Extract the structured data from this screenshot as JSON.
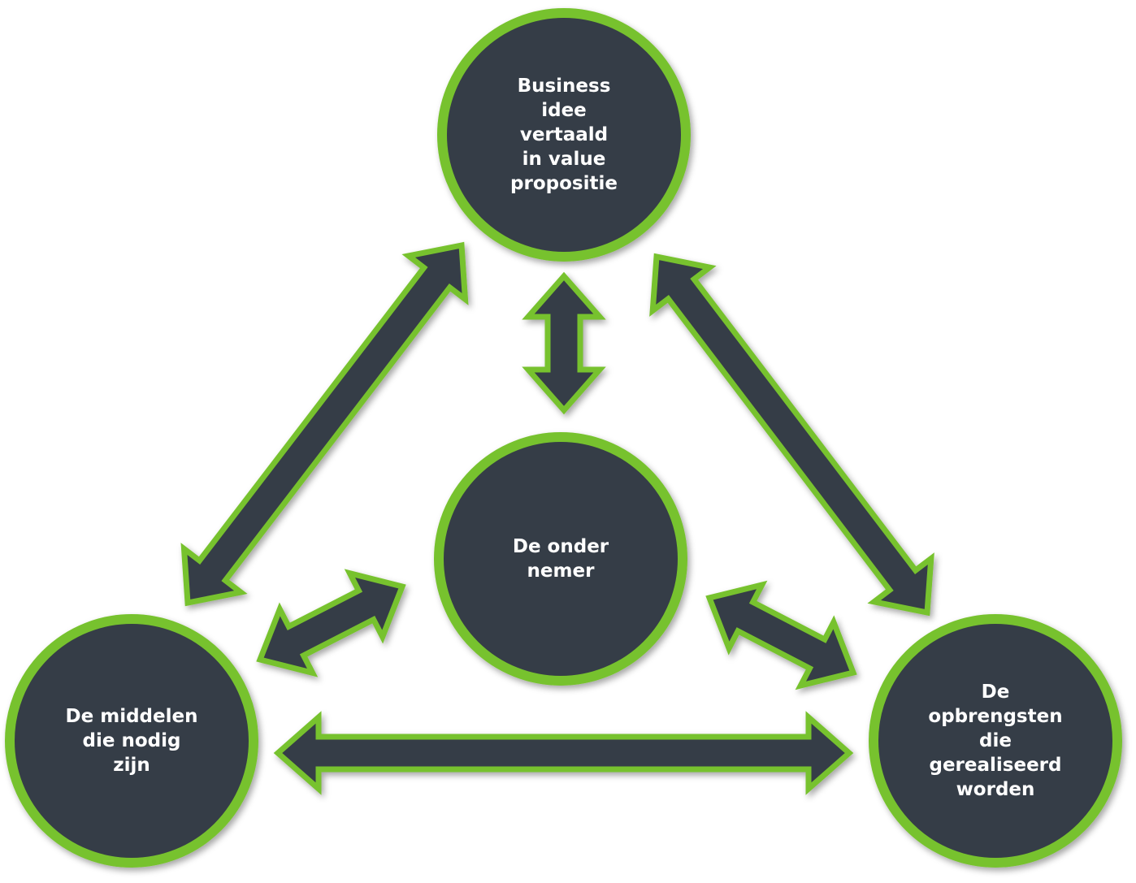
{
  "colors": {
    "node_fill": "#353c47",
    "node_border": "#77c22e",
    "text": "#ffffff",
    "background": "#ffffff"
  },
  "nodes": {
    "top": {
      "label": "Business\nidee\nvertaald\nin value\npropositie"
    },
    "center": {
      "label": "De onder\nnemer"
    },
    "left": {
      "label": "De middelen\ndie nodig\nzijn"
    },
    "right": {
      "label": "De\nopbrengsten\ndie\ngerealiseerd\nworden"
    }
  },
  "connections": [
    {
      "from": "top",
      "to": "left"
    },
    {
      "from": "top",
      "to": "right"
    },
    {
      "from": "top",
      "to": "center"
    },
    {
      "from": "center",
      "to": "left"
    },
    {
      "from": "center",
      "to": "right"
    },
    {
      "from": "left",
      "to": "right"
    }
  ]
}
